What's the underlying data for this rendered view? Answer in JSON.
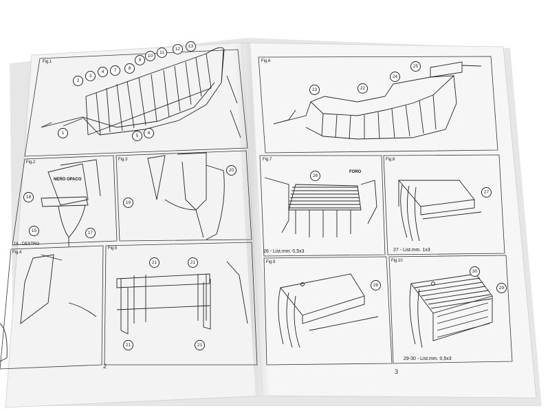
{
  "left_page": {
    "page_number": "2",
    "figures": {
      "fig1": {
        "label": "Fig.1",
        "callouts": [
          "1",
          "2",
          "3",
          "4",
          "5",
          "6",
          "7",
          "8",
          "9",
          "10",
          "11",
          "12",
          "13"
        ]
      },
      "fig2": {
        "label": "Fig.2",
        "note": "NERO OPACO",
        "callouts": [
          "15",
          "17",
          "18"
        ],
        "caption": "16 - DESTRO"
      },
      "fig3": {
        "label": "Fig.3",
        "callouts": [
          "19",
          "20"
        ]
      },
      "fig4": {
        "label": "Fig.4"
      },
      "fig5": {
        "label": "Fig.5",
        "callouts": [
          "21",
          "21",
          "21",
          "21"
        ]
      }
    }
  },
  "right_page": {
    "page_number": "3",
    "figures": {
      "fig6": {
        "label": "Fig.6",
        "callouts": [
          "22",
          "23",
          "24",
          "25"
        ]
      },
      "fig7": {
        "label": "Fig.7",
        "callouts": [
          "26"
        ],
        "note": "FORO",
        "caption": "26 - List.mm. 0,5x3"
      },
      "fig8": {
        "label": "Fig.8",
        "callouts": [
          "27"
        ],
        "caption": "27 - List.mm. 1x3"
      },
      "fig9": {
        "label": "Fig.9",
        "callouts": [
          "28"
        ]
      },
      "fig10": {
        "label": "Fig.10",
        "callouts": [
          "30",
          "29"
        ],
        "caption": "29-30 - List.mm. 0,5x3"
      }
    }
  }
}
